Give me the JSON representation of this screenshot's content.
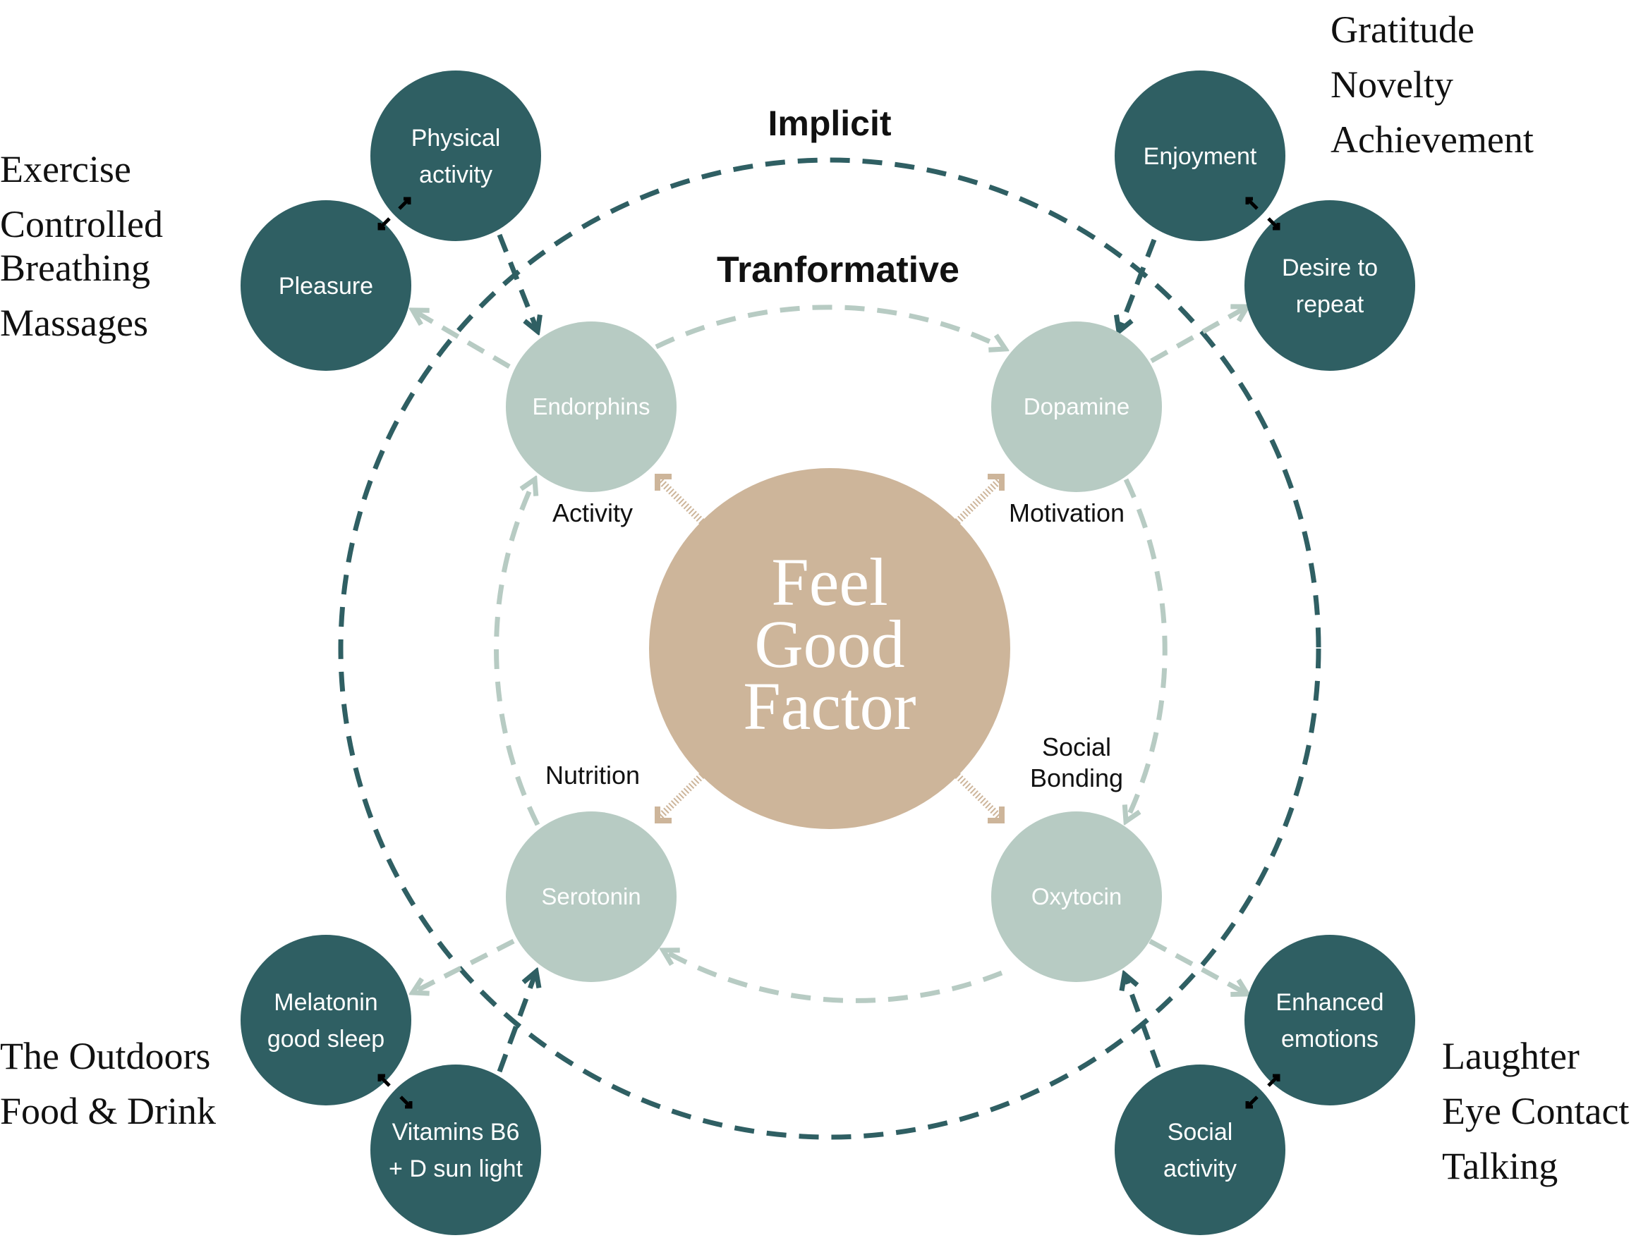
{
  "title": "Feel Good Factor",
  "colors": {
    "dark_teal": "#2f5f63",
    "sage": "#b7cbc3",
    "tan": "#cdb59a",
    "text_dark": "#111111",
    "text_light": "#ffffff",
    "pair_arrow": "#000000"
  },
  "center": {
    "lines": [
      "Feel",
      "Good",
      "Factor"
    ]
  },
  "rings": {
    "implicit_label": "Implicit",
    "transformative_label": "Tranformative"
  },
  "hormones": [
    {
      "id": "endorphins",
      "label": "Endorphins",
      "driver": [
        "Activity"
      ],
      "quadrant": "top-left"
    },
    {
      "id": "dopamine",
      "label": "Dopamine",
      "driver": [
        "Motivation"
      ],
      "quadrant": "top-right"
    },
    {
      "id": "serotonin",
      "label": "Serotonin",
      "driver": [
        "Nutrition"
      ],
      "quadrant": "bottom-left"
    },
    {
      "id": "oxytocin",
      "label": "Oxytocin",
      "driver": [
        "Social",
        "Bonding"
      ],
      "quadrant": "bottom-right"
    }
  ],
  "outcomes": [
    {
      "id": "physical-activity",
      "lines": [
        "Physical",
        "activity"
      ],
      "quadrant": "top-left",
      "role": "source"
    },
    {
      "id": "pleasure",
      "lines": [
        "Pleasure"
      ],
      "quadrant": "top-left",
      "role": "result"
    },
    {
      "id": "enjoyment",
      "lines": [
        "Enjoyment"
      ],
      "quadrant": "top-right",
      "role": "source"
    },
    {
      "id": "desire-to-repeat",
      "lines": [
        "Desire to",
        "repeat"
      ],
      "quadrant": "top-right",
      "role": "result"
    },
    {
      "id": "vitamins",
      "lines": [
        "Vitamins B6",
        "+ D sun light"
      ],
      "quadrant": "bottom-left",
      "role": "source"
    },
    {
      "id": "melatonin",
      "lines": [
        "Melatonin",
        "good sleep"
      ],
      "quadrant": "bottom-left",
      "role": "result"
    },
    {
      "id": "social-activity",
      "lines": [
        "Social",
        "activity"
      ],
      "quadrant": "bottom-right",
      "role": "source"
    },
    {
      "id": "enhanced-emotions",
      "lines": [
        "Enhanced",
        "emotions"
      ],
      "quadrant": "bottom-right",
      "role": "result"
    }
  ],
  "examples": {
    "top-left": [
      "Exercise",
      "Controlled",
      "Breathing",
      "Massages"
    ],
    "top-right": [
      "Gratitude",
      "Novelty",
      "Achievement"
    ],
    "bottom-left": [
      "The Outdoors",
      "Food & Drink"
    ],
    "bottom-right": [
      "Laughter",
      "Eye Contact",
      "Talking"
    ]
  }
}
